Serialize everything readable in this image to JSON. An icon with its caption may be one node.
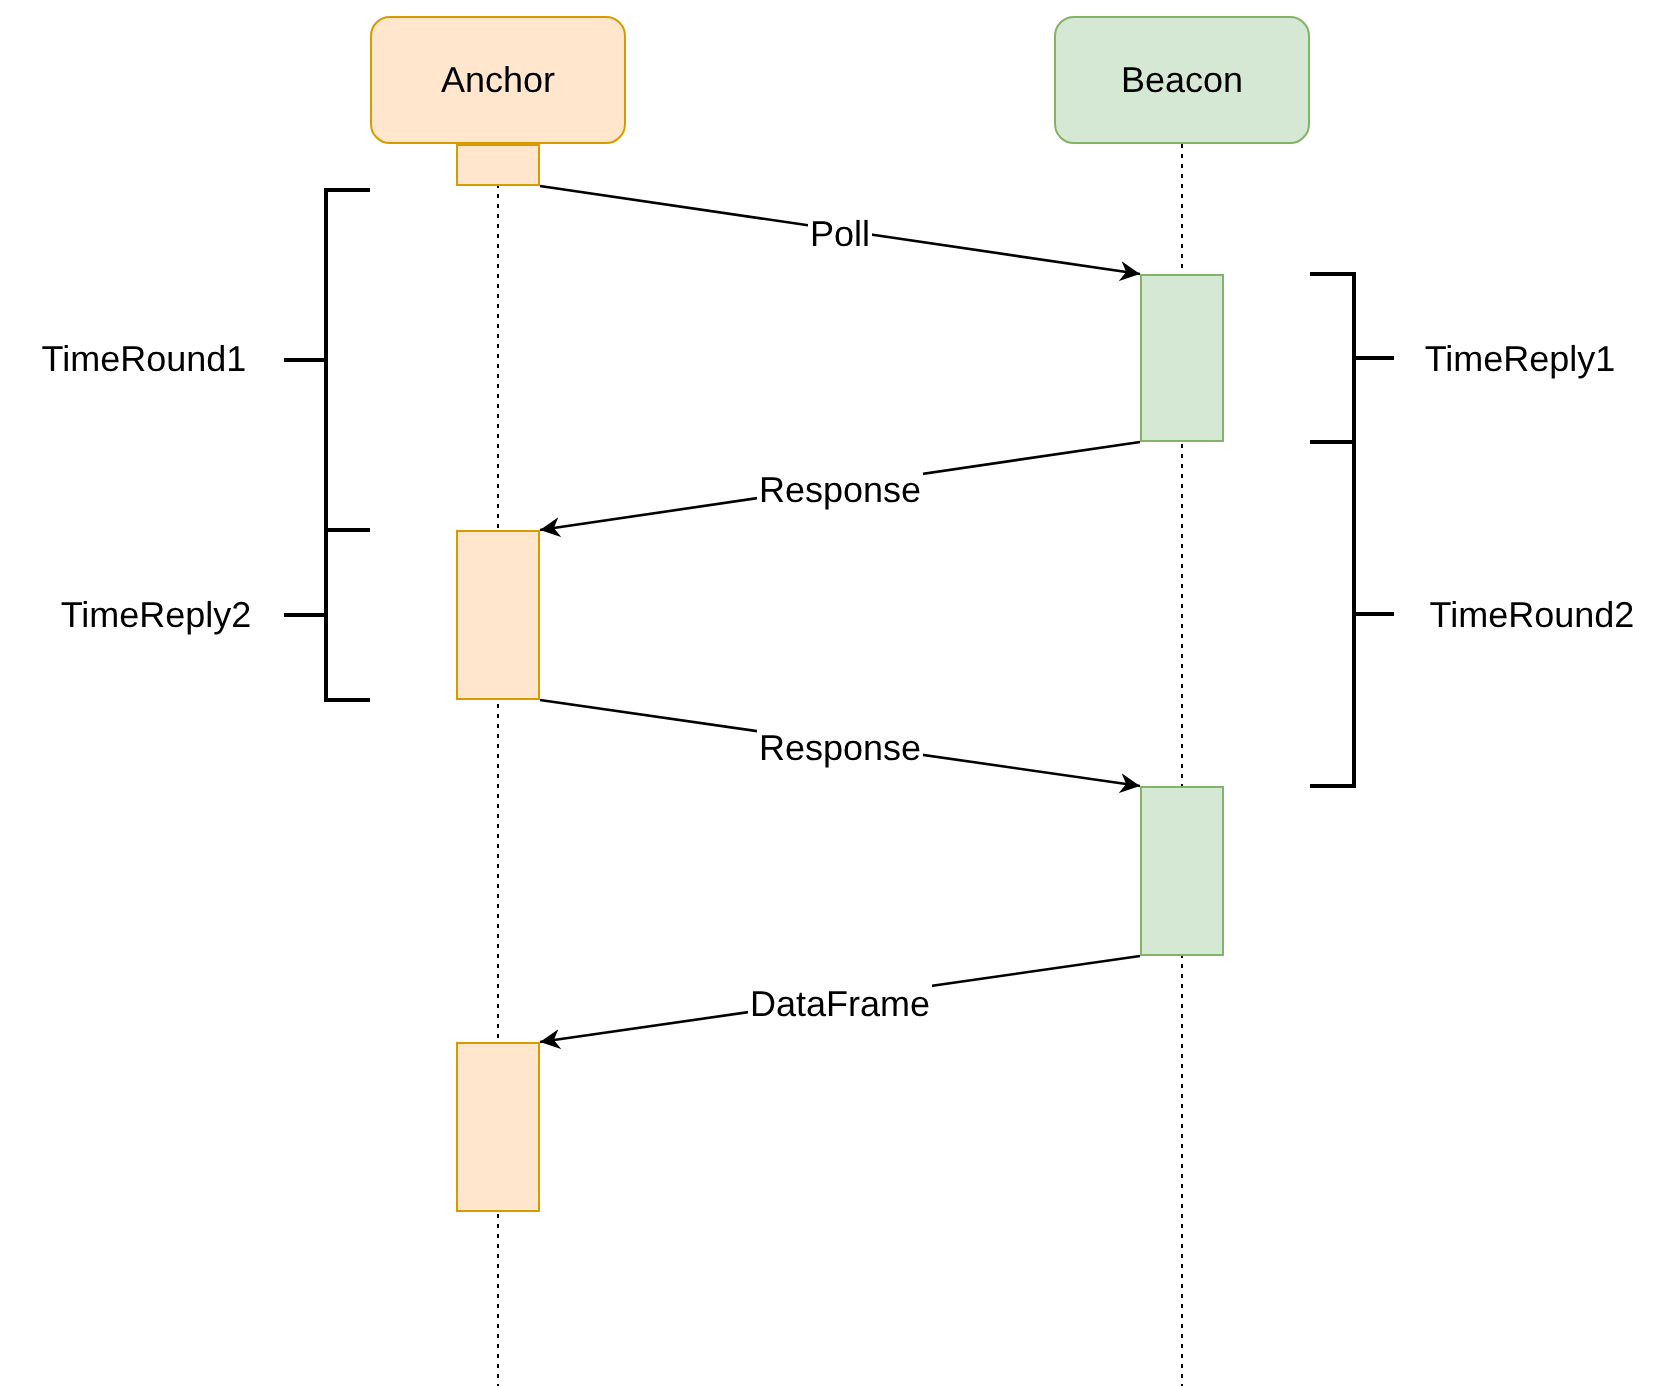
{
  "diagram": {
    "nodes": [
      {
        "text": [
          "Anchor"
        ]
      },
      {
        "text": [
          "Beacon"
        ]
      },
      {
        "text": [],
        "shape": "bar"
      },
      {
        "text": [],
        "shape": "bar"
      },
      {
        "text": [],
        "shape": "bar"
      },
      {
        "text": [],
        "shape": "bar"
      },
      {
        "text": [],
        "shape": "bar"
      }
    ],
    "edges": [
      {
        "from": 2,
        "to": 3,
        "arrow": "to",
        "label": "Poll"
      },
      {
        "from": 3,
        "to": 4,
        "arrow": "to",
        "label": "Response"
      },
      {
        "from": 4,
        "to": 5,
        "arrow": "to",
        "label": "Response"
      },
      {
        "from": 5,
        "to": 6,
        "arrow": "to",
        "label": "DataFrame"
      }
    ],
    "labels": [
      "TimeRound1",
      "TimeReply1",
      "TimeReply2",
      "TimeRound2"
    ]
  }
}
